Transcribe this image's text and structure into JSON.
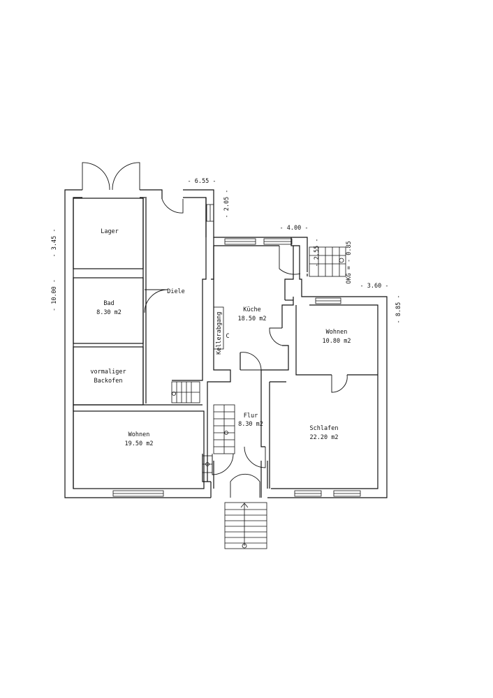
{
  "rooms": {
    "lager": {
      "name": "Lager"
    },
    "bad": {
      "name": "Bad",
      "area": "8.30 m2"
    },
    "diele": {
      "name": "Diele"
    },
    "backofen": {
      "name_line1": "vormaliger",
      "name_line2": "Backofen"
    },
    "wohnen_left": {
      "name": "Wohnen",
      "area": "19.50 m2"
    },
    "kueche": {
      "name": "Küche",
      "area": "18.50 m2"
    },
    "kellerabgang": {
      "name": "Kellerabgang"
    },
    "wohnen_right": {
      "name": "Wohnen",
      "area": "10.80 m2"
    },
    "flur": {
      "name": "Flur",
      "area": "8.30 m2"
    },
    "schlafen": {
      "name": "Schlafen",
      "area": "22.20 m2"
    }
  },
  "dimensions": {
    "top_6_55": "- 6.55 -",
    "v_2_05": "- 2.05 -",
    "h_4_00": "- 4.00 -",
    "v_2_55": "- 2.55 -",
    "v_okg": "OKG = - 0.85",
    "h_3_60": "- 3.60 -",
    "v_8_85": "- 8.85 -",
    "v_3_45": "- 3.45 -",
    "v_10_00": "- 10.00 -"
  },
  "marks": {
    "c_mark": "C"
  }
}
